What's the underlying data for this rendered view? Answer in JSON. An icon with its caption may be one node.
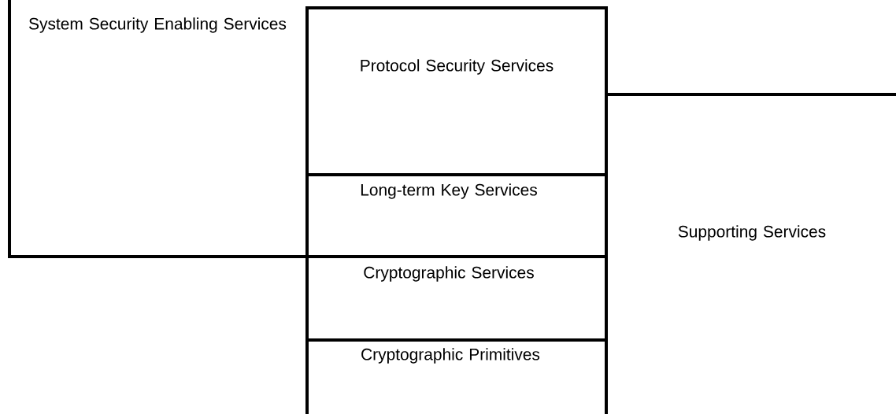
{
  "diagram": {
    "nodes": [
      {
        "text": [
          "System Security Enabling Services"
        ]
      },
      {
        "text": [
          "Protocol Security Services"
        ]
      },
      {
        "text": [
          "Long-term Key Services"
        ]
      },
      {
        "text": [
          "Supporting Services"
        ]
      },
      {
        "text": [
          "Cryptographic Services"
        ]
      },
      {
        "text": [
          "Cryptographic Primitives"
        ]
      }
    ]
  }
}
